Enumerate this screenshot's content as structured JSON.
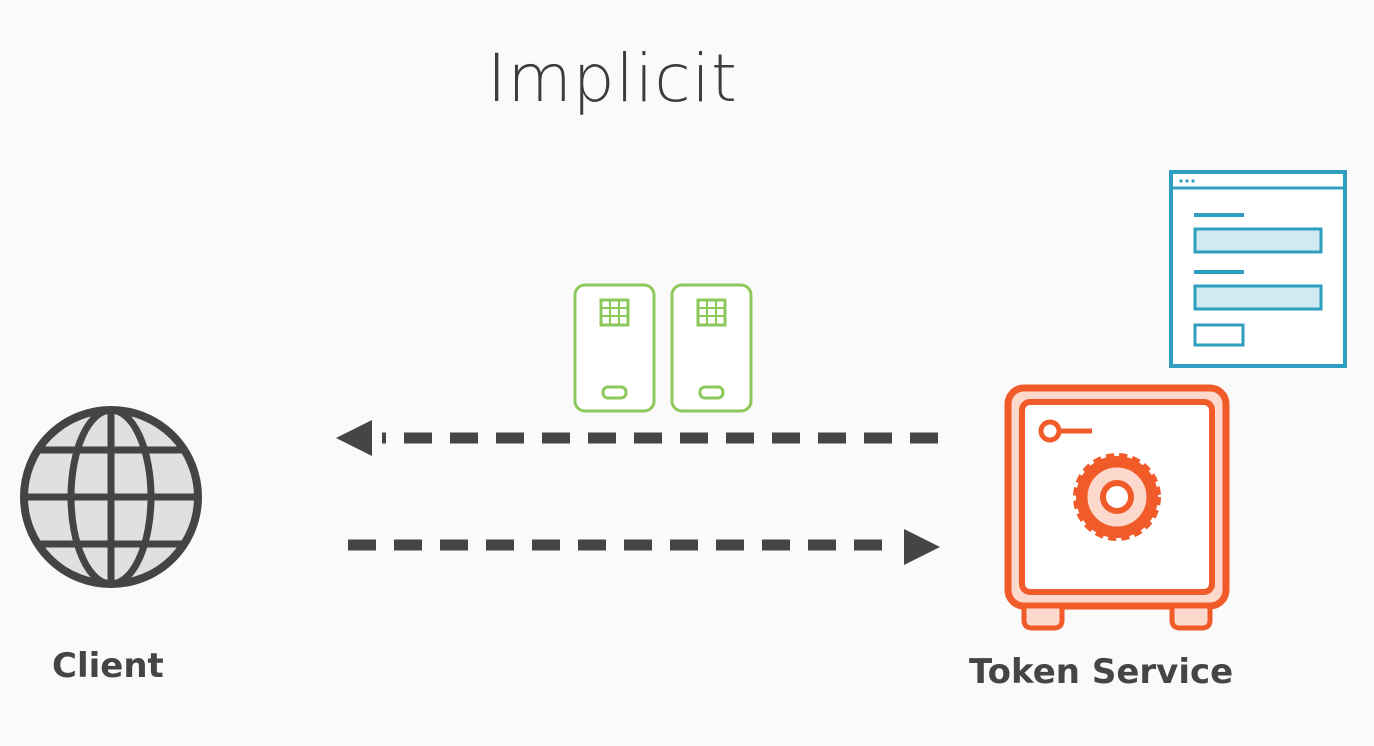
{
  "title": "Implicit",
  "nodes": {
    "client": {
      "label": "Client",
      "icon": "globe-icon"
    },
    "token_service": {
      "label": "Token Service",
      "icon": "safe-icon"
    }
  },
  "artifacts": {
    "tokens": {
      "icon": "token-card-icon",
      "count": 2
    },
    "login_form": {
      "icon": "browser-form-icon"
    }
  },
  "flows": [
    {
      "from": "token_service",
      "to": "client",
      "style": "dashed"
    },
    {
      "from": "client",
      "to": "token_service",
      "style": "dashed"
    }
  ],
  "colors": {
    "background": "#fafafa",
    "text": "#454545",
    "globe_stroke": "#444444",
    "globe_fill": "#e0e0e0",
    "token_green": "#8dc85a",
    "form_blue": "#2f9fbf",
    "form_blue_fill": "#cfeaf2",
    "safe_orange": "#f15b2a",
    "safe_orange_light": "#fcd9cc",
    "arrow": "#454545"
  }
}
